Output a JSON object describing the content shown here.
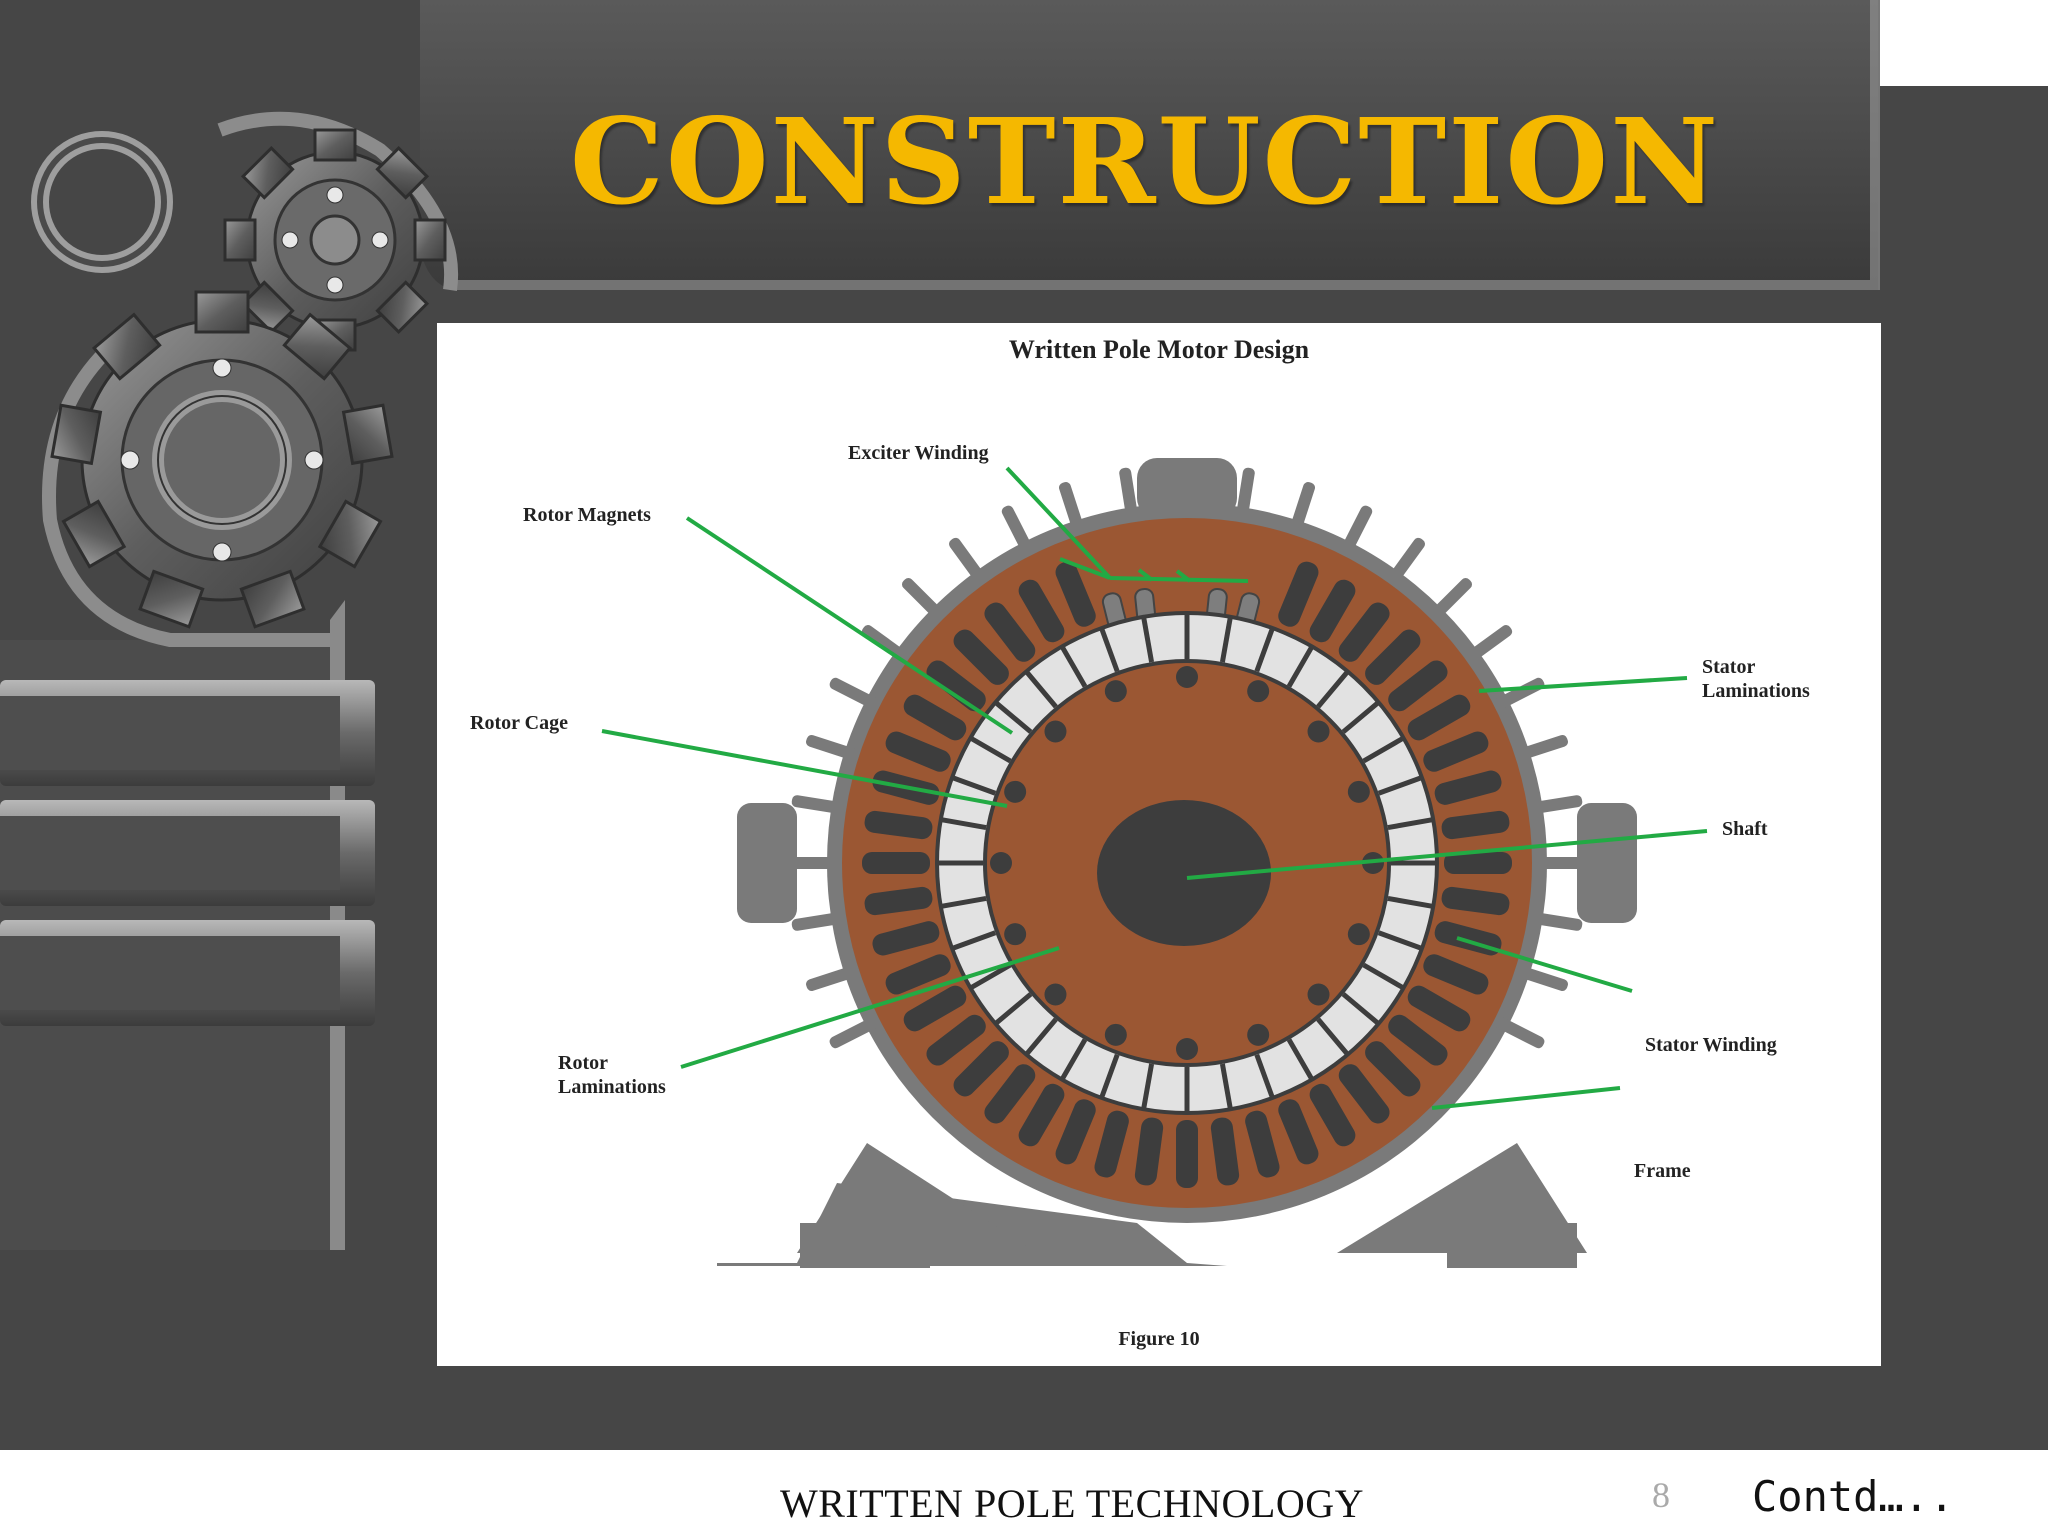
{
  "slide": {
    "title": "CONSTRUCTION",
    "footer_title": "WRITTEN POLE TECHNOLOGY",
    "page_number": "8",
    "continuation": "Contd….."
  },
  "figure": {
    "title": "Written Pole Motor Design",
    "caption": "Figure 10",
    "labels": {
      "exciter_winding": "Exciter Winding",
      "rotor_magnets": "Rotor Magnets",
      "rotor_cage": "Rotor Cage",
      "rotor_laminations": "Rotor\nLaminations",
      "stator_laminations": "Stator\nLaminations",
      "shaft": "Shaft",
      "stator_winding": "Stator Winding",
      "frame": "Frame"
    }
  },
  "colors": {
    "title_yellow": "#f5b800",
    "slide_dark": "#4a4a4a",
    "frame_gray": "#7a7a7a",
    "lamination_brown": "#9b5733",
    "winding_dark": "#3d3d3d",
    "magnet_light": "#e2e2e2",
    "leader_green": "#22aa44"
  }
}
